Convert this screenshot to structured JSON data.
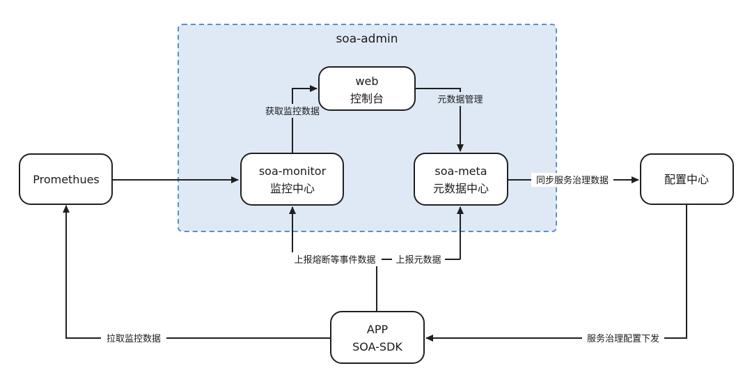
{
  "group": {
    "title": "soa-admin",
    "fill": "#dfe9f6",
    "border": "#5b8fc7"
  },
  "nodes": {
    "web": {
      "line1": "web",
      "line2": "控制台"
    },
    "soa_monitor": {
      "line1": "soa-monitor",
      "line2": "监控中心"
    },
    "soa_meta": {
      "line1": "soa-meta",
      "line2": "元数据中心"
    },
    "promethues": {
      "line1": "Promethues"
    },
    "config_center": {
      "line1": "配置中心"
    },
    "app": {
      "line1": "APP",
      "line2": "SOA-SDK"
    }
  },
  "edges": {
    "monitor_to_web": "获取监控数据",
    "web_to_meta": "元数据管理",
    "meta_to_config": "同步服务治理数据",
    "app_to_monitor": "上报熔断等事件数据",
    "app_to_meta": "上报元数据",
    "app_to_promethues": "拉取监控数据",
    "config_to_app": "服务治理配置下发"
  }
}
